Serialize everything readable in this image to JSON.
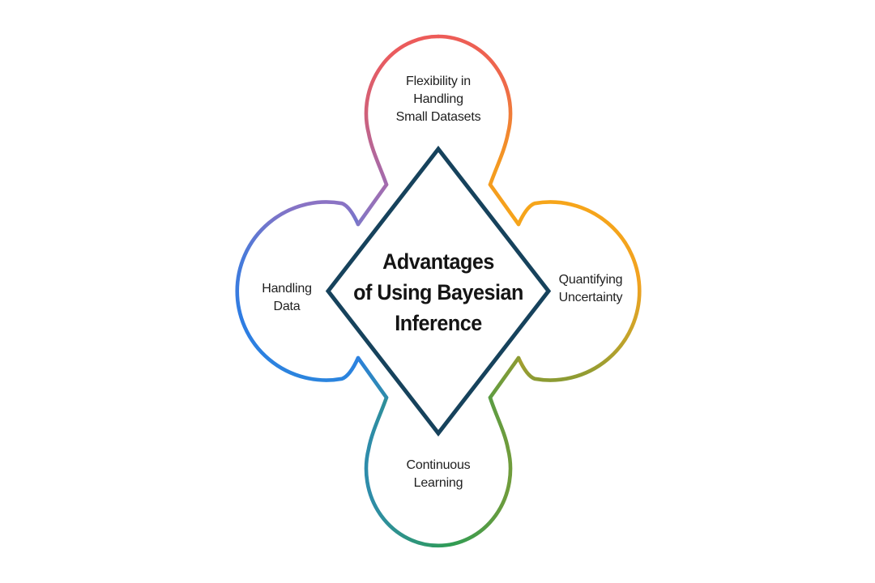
{
  "title": {
    "lines": [
      "Advantages",
      "of Using Bayesian",
      "Inference"
    ]
  },
  "petals": {
    "top": {
      "lines": [
        "Flexibility in",
        "Handling",
        "Small Datasets"
      ],
      "color": "#ed5b58"
    },
    "right": {
      "lines": [
        "Quantifying",
        "Uncertainty"
      ],
      "color": "#f5a01e"
    },
    "bottom": {
      "lines": [
        "Continuous",
        "Learning"
      ],
      "color": "#2f9c53"
    },
    "left": {
      "lines": [
        "Handling",
        "Data"
      ],
      "color": "#2e7ce3"
    }
  },
  "colors": {
    "diamond_stroke": "#16425c",
    "transition_purple": "#a06bb0",
    "transition_olive": "#8c9b33",
    "transition_teal": "#2e8caa",
    "text": "#1f1f1f",
    "background": "#ffffff"
  }
}
